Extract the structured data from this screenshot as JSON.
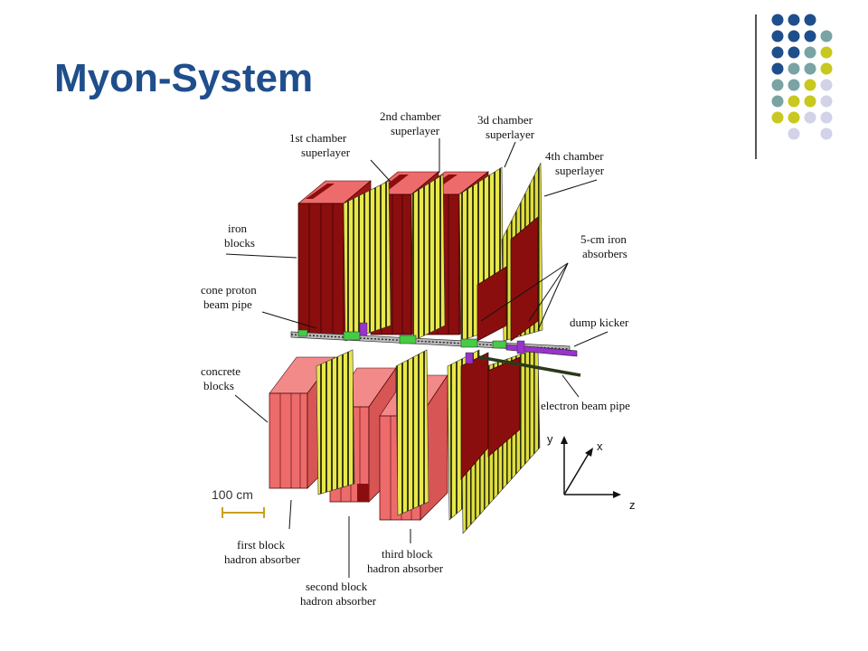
{
  "slide": {
    "title": "Myon-System"
  },
  "colors": {
    "title": "#1f4e8c",
    "dot_palette": [
      "#1f4e8c",
      "#7aa3a3",
      "#c8c81e",
      "#d2d2e8"
    ],
    "iron": "#8b0e0e",
    "concrete": "#ee6b6b",
    "chamber": "#e8e84a",
    "beam_pipe": "#4c4",
    "dump_kicker": "#9933cc"
  },
  "decoration": {
    "dot_grid": [
      [
        0,
        0,
        0,
        null
      ],
      [
        0,
        0,
        0,
        1
      ],
      [
        0,
        0,
        1,
        2
      ],
      [
        0,
        1,
        1,
        2
      ],
      [
        1,
        1,
        2,
        3
      ],
      [
        1,
        2,
        2,
        3
      ],
      [
        2,
        2,
        3,
        3
      ],
      [
        null,
        3,
        null,
        3
      ]
    ]
  },
  "labels": {
    "chamber1": [
      "1st  chamber",
      "superlayer"
    ],
    "chamber2": [
      "2nd  chamber",
      "superlayer"
    ],
    "chamber3": [
      "3d  chamber",
      "superlayer"
    ],
    "chamber4": [
      "4th  chamber",
      "superlayer"
    ],
    "iron": [
      "iron",
      "blocks"
    ],
    "cone": [
      "cone proton",
      "beam pipe"
    ],
    "absorbers": [
      "5-cm  iron",
      "absorbers"
    ],
    "dump": [
      "dump kicker"
    ],
    "concrete": [
      "concrete",
      "blocks"
    ],
    "electron": [
      "electron beam pipe"
    ],
    "first": [
      "first  block",
      "hadron absorber"
    ],
    "second": [
      "second block",
      "hadron absorber"
    ],
    "third": [
      "third block",
      "hadron absorber"
    ],
    "scale": "100 cm",
    "axis_y": "y",
    "axis_x": "x",
    "axis_z": "z"
  }
}
